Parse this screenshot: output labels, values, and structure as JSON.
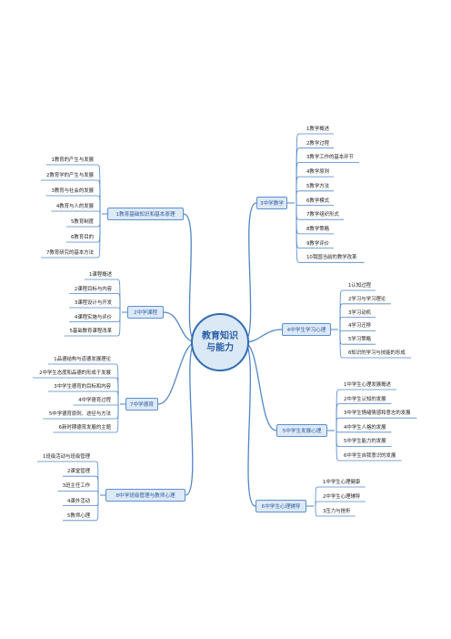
{
  "center": "教育知识\n与能力",
  "left_branches": [
    {
      "label": "1教育基础知识和基本原理",
      "items": [
        "1教育的产生与发展",
        "2教育学的产生与发展",
        "3教育与社会的发展",
        "4教育与人的发展",
        "5教育制度",
        "6教育目的",
        "7教育研究的基本方法"
      ]
    },
    {
      "label": "2中学课程",
      "items": [
        "1课程概述",
        "2课程目标与内容",
        "3课程设计与开发",
        "4课程实施与评价",
        "5基础教育课程改革"
      ]
    },
    {
      "label": "7中学德育",
      "items": [
        "1品德结构与道德发展理论",
        "2中学生态度和品德的形成于发展",
        "3中学生德育的目标和内容",
        "4中学德育过程",
        "5中学德育原则、途径与方法",
        "6新时期德育发展的主题"
      ]
    },
    {
      "label": "8中学班级管理与教师心理",
      "items": [
        "1班级活动与班级管理",
        "2课堂管理",
        "3班主任工作",
        "4课外活动",
        "5教师心理"
      ]
    }
  ],
  "right_branches": [
    {
      "label": "3中学教学",
      "items": [
        "1教学概述",
        "2教学过程",
        "3教学工作的基本环节",
        "4教学原则",
        "5教学方法",
        "6教学模式",
        "7教学组织形式",
        "8教学策略",
        "9教学评价",
        "10我国当前的教学改革"
      ]
    },
    {
      "label": "4中学生学习心理",
      "items": [
        "1认知过程",
        "2学习与学习理论",
        "3学习动机",
        "4学习迁移",
        "5学习策略",
        "6知识的学习与技能的形成"
      ]
    },
    {
      "label": "5中学生发展心理",
      "items": [
        "1中学生心理发展概述",
        "2中学生认知的发展",
        "3中学生情绪情感和意志的发展",
        "4中学生人格的发展",
        "5中学生能力的发展",
        "6中学生自我意识的发展"
      ]
    },
    {
      "label": "6中学生心理辅导",
      "items": [
        "1中学生心理健康",
        "2中学生心理辅导",
        "3压力与挫折"
      ]
    }
  ],
  "colors": {
    "line": "#4f86c6",
    "node_fill": "#dde9f7",
    "node_border": "#5b8fd0",
    "center_fill": "#dbe8f6"
  }
}
